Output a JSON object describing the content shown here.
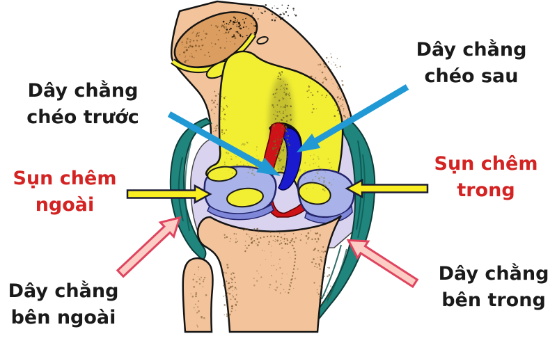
{
  "diagram": {
    "background": "#ffffff",
    "labels": {
      "acl": {
        "line1": "Dây chằng",
        "line2": "chéo trước"
      },
      "pcl": {
        "line1": "Dây chằng",
        "line2": "chéo sau"
      },
      "lateral_meniscus": {
        "line1": "Sụn chêm",
        "line2": "ngoài"
      },
      "medial_meniscus": {
        "line1": "Sụn chêm",
        "line2": "trong"
      },
      "lcl": {
        "line1": "Dây chằng",
        "line2": "bên ngoài"
      },
      "mcl": {
        "line1": "Dây chằng",
        "line2": "bên trong"
      }
    },
    "text_colors": {
      "ligament_labels": "#1a1a1a",
      "meniscus_labels": "#d32322"
    },
    "anatomy_colors": {
      "bone": "#f3c49b",
      "patella": "#db9d60",
      "cartilage": "#f2ef33",
      "meniscus": "#a9b3ea",
      "meniscus_rim": "#7f88d8",
      "capsule": "#d9d3f0",
      "collateral_ligament": "#1f857d",
      "acl": "#cf1218",
      "pcl": "#1a1ace"
    },
    "arrow_colors": {
      "cruciate_pointer": "#2099d5",
      "meniscus_pointer": "#f8ee22",
      "collateral_pointer_fill": "#fbcdc4",
      "collateral_pointer_stroke": "#e0445f"
    }
  }
}
